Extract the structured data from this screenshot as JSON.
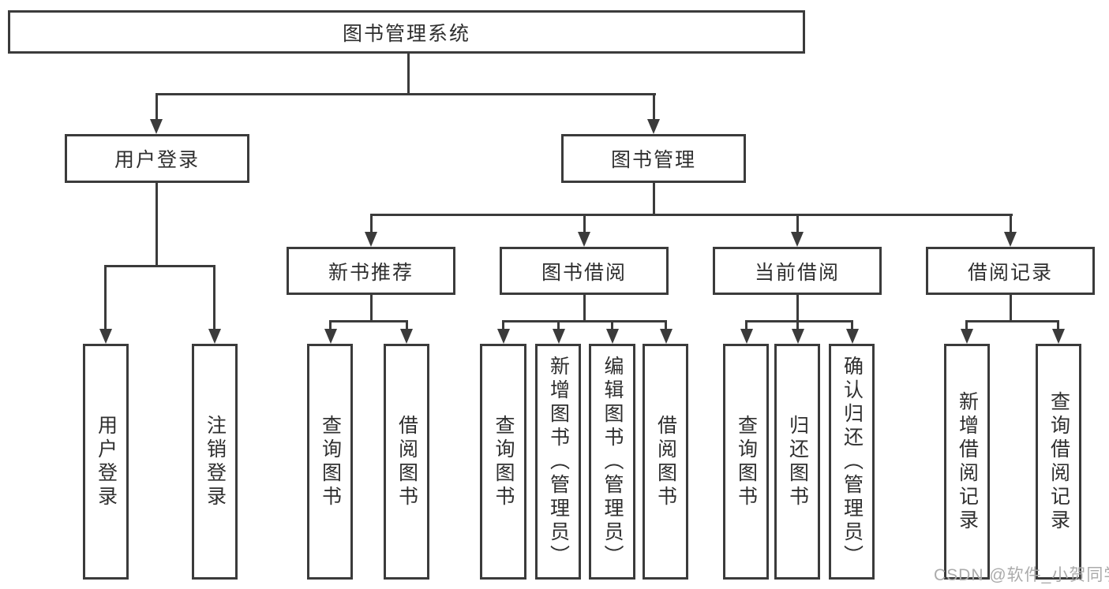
{
  "diagram": {
    "title": "图书管理系统",
    "colors": {
      "line": "#3b3b3b",
      "text": "#2f2f2f",
      "background": "#ffffff",
      "watermark": "#ababab"
    },
    "root": {
      "label": "图书管理系统"
    },
    "level2": {
      "user_login": {
        "label": "用户登录"
      },
      "book_mgmt": {
        "label": "图书管理"
      }
    },
    "level3": {
      "new_books": {
        "label": "新书推荐"
      },
      "borrowing": {
        "label": "图书借阅"
      },
      "current": {
        "label": "当前借阅"
      },
      "records": {
        "label": "借阅记录"
      }
    },
    "leaves": {
      "ul_login": {
        "label": "用户登录"
      },
      "ul_logout": {
        "label": "注销登录"
      },
      "nb_query": {
        "label": "查询图书"
      },
      "nb_borrow": {
        "label": "借阅图书"
      },
      "bw_query": {
        "label": "查询图书"
      },
      "bw_add": {
        "label": "新增图书（管理员）"
      },
      "bw_edit": {
        "label": "编辑图书（管理员）"
      },
      "bw_borrow": {
        "label": "借阅图书"
      },
      "cur_query": {
        "label": "查询图书"
      },
      "cur_return": {
        "label": "归还图书"
      },
      "cur_confirm": {
        "label": "确认归还（管理员）"
      },
      "rec_add": {
        "label": "新增借阅记录"
      },
      "rec_query": {
        "label": "查询借阅记录"
      }
    },
    "watermark": "CSDN @软件_小贺同学"
  }
}
